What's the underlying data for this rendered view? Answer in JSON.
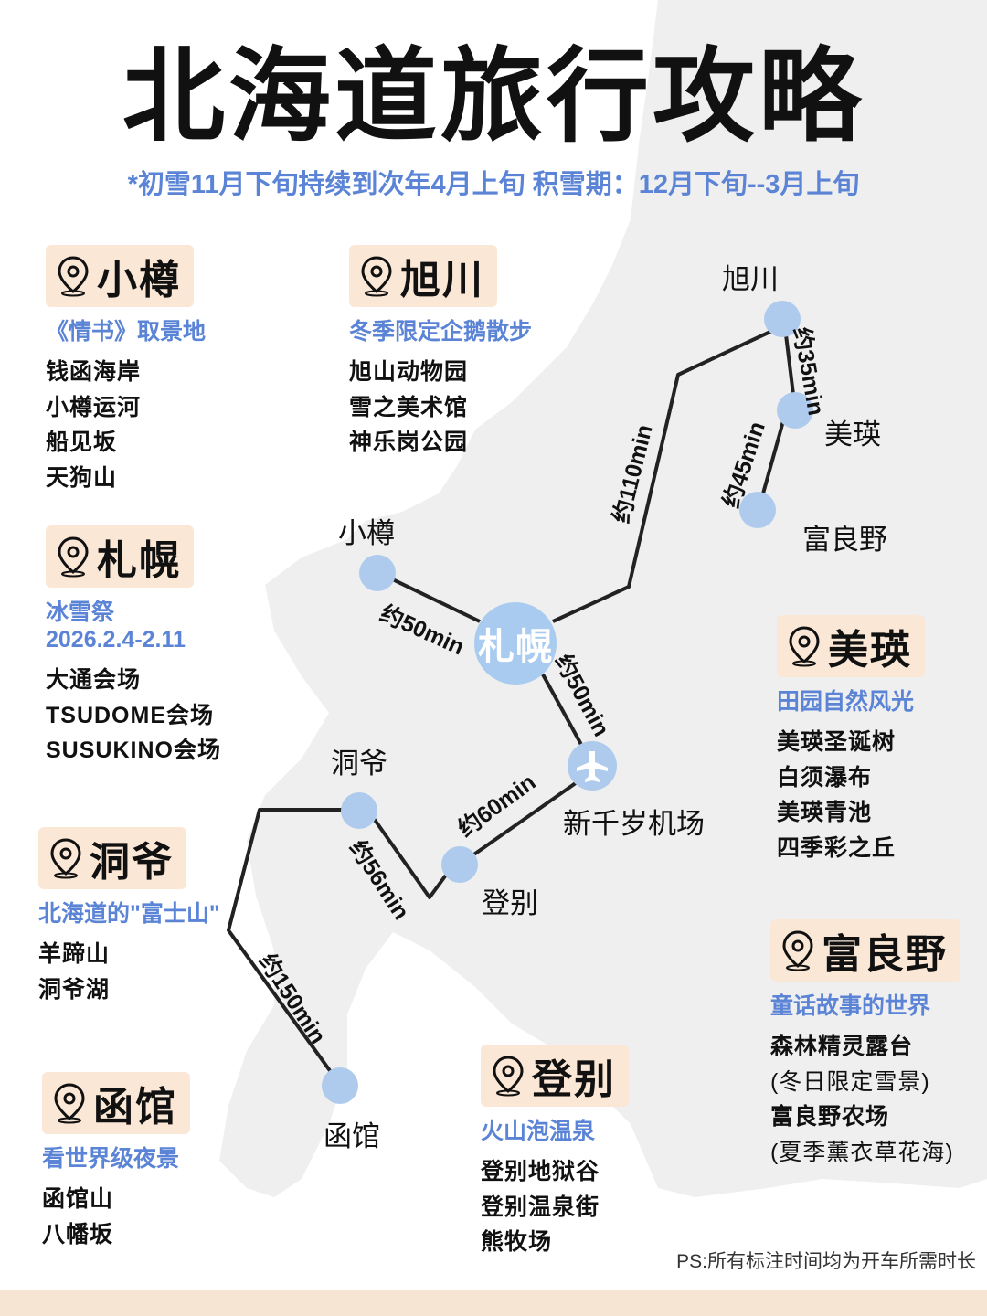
{
  "title": "北海道旅行攻略",
  "subtitle": "*初雪11月下旬持续到次年4月上旬  积雪期：12月下旬--3月上旬",
  "colors": {
    "accent": "#5b84d6",
    "node": "#aecbee",
    "tag_bg": "#fbe7d6",
    "land": "#efefef"
  },
  "spots": {
    "otaru": {
      "name": "小樽",
      "tag": "《情书》取景地",
      "items": [
        "钱函海岸",
        "小樽运河",
        "船见坂",
        "天狗山"
      ]
    },
    "asahikawa": {
      "name": "旭川",
      "tag": "冬季限定企鹅散步",
      "items": [
        "旭山动物园",
        "雪之美术馆",
        "神乐岗公园"
      ]
    },
    "sapporo": {
      "name": "札幌",
      "tag": "冰雪祭",
      "tag2": "2026.2.4-2.11",
      "items": [
        "大通会场",
        "TSUDOME会场",
        "SUSUKINO会场"
      ]
    },
    "biei": {
      "name": "美瑛",
      "tag": "田园自然风光",
      "items": [
        "美瑛圣诞树",
        "白须瀑布",
        "美瑛青池",
        "四季彩之丘"
      ]
    },
    "toya": {
      "name": "洞爷",
      "tag": "北海道的\"富士山\"",
      "items": [
        "羊蹄山",
        "洞爷湖"
      ]
    },
    "furano": {
      "name": "富良野",
      "tag": "童话故事的世界",
      "items": [
        "森林精灵露台",
        "(冬日限定雪景)",
        "富良野农场",
        "(夏季薰衣草花海)"
      ]
    },
    "hakodate": {
      "name": "函馆",
      "tag": "看世界级夜景",
      "items": [
        "函馆山",
        "八幡坂"
      ]
    },
    "noboribetsu": {
      "name": "登别",
      "tag": "火山泡温泉",
      "items": [
        "登别地狱谷",
        "登别温泉街",
        "熊牧场"
      ]
    }
  },
  "map": {
    "hub": "札幌",
    "nodes": {
      "asahikawa": "旭川",
      "biei": "美瑛",
      "furano": "富良野",
      "otaru": "小樽",
      "toya": "洞爷",
      "airport": "新千岁机场",
      "noboribetsu": "登别",
      "hakodate": "函馆"
    },
    "icons": {
      "pin": "location-pin-icon",
      "airport": "airplane-icon"
    },
    "durations": {
      "asahikawa_biei": "约35min",
      "biei_furano": "约45min",
      "sapporo_asahikawa": "约110min",
      "otaru_sapporo": "约50min",
      "sapporo_airport": "约50min",
      "noboribetsu_airport": "约60min",
      "toya_noboribetsu": "约56min",
      "toya_hakodate": "约150min"
    }
  },
  "footnote": "PS:所有标注时间均为开车所需时长"
}
